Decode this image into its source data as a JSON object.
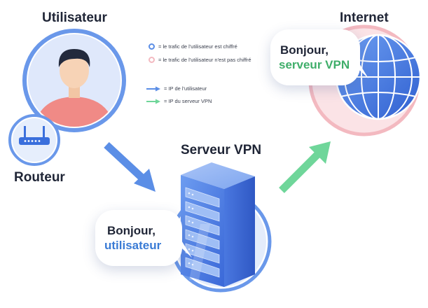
{
  "labels": {
    "user": "Utilisateur",
    "router": "Routeur",
    "vpn_server": "Serveur VPN",
    "internet": "Internet"
  },
  "legend": {
    "encrypted": "= le trafic de l'utilisateur est chiffré",
    "not_encrypted": "= le trafic de l'utilisateur n'est pas chiffré",
    "user_ip": "= IP de l'utilisateur",
    "vpn_ip": "= IP du serveur VPN"
  },
  "bubbles": {
    "internet": {
      "line1": "Bonjour,",
      "line2": "serveur VPN"
    },
    "server": {
      "line1": "Bonjour,",
      "line2": "utilisateur"
    }
  },
  "colors": {
    "blue": "#5b8ee6",
    "green": "#6fd69a",
    "pink": "#f3b9c0",
    "text": "#1f2536",
    "green_text": "#3fae6a",
    "blue_text": "#3a7bd5"
  },
  "icons": [
    "user-avatar",
    "router-icon",
    "server-rack-icon",
    "globe-icon",
    "blue-arrow",
    "green-arrow"
  ]
}
